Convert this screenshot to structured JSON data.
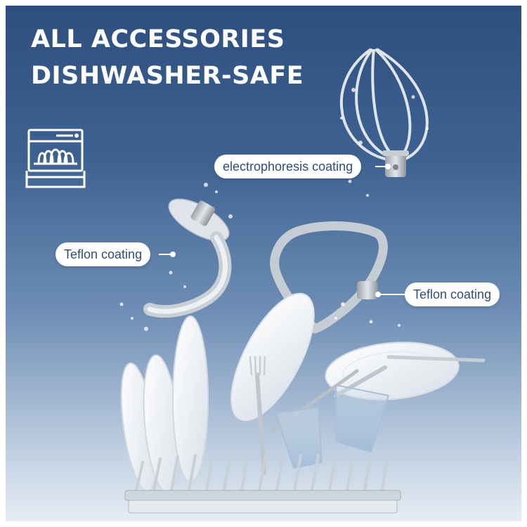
{
  "headline": {
    "line1": "ALL ACCESSORIES",
    "line2": "DISHWASHER-SAFE"
  },
  "icons": {
    "dishwasher": "dishwasher-icon"
  },
  "callouts": {
    "whisk": "electrophoresis coating",
    "dough_hook": "Teflon coating",
    "flat_beater": "Teflon coating"
  },
  "colors": {
    "background_top": "#2e4f7e",
    "background_bottom": "#e6edf5",
    "headline_text": "#ffffff",
    "label_text": "#2c4e7c",
    "label_background": "#ffffff"
  }
}
